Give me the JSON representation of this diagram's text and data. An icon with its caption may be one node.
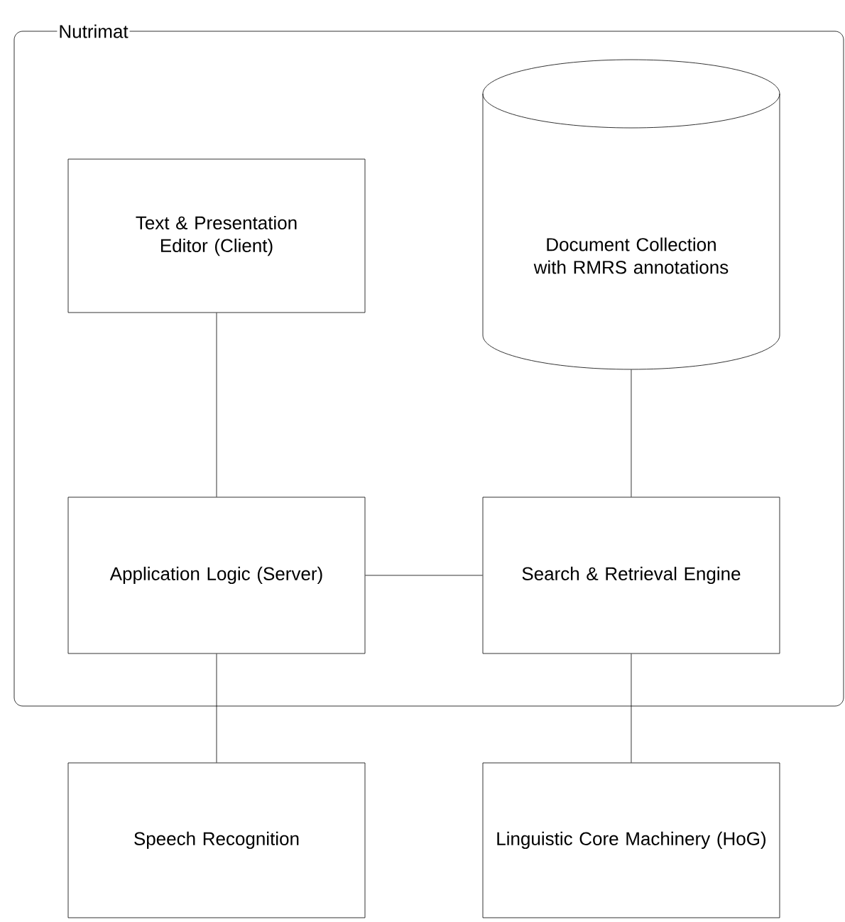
{
  "diagram": {
    "nodes": [
      {
        "text": [
          "Nutrimat"
        ]
      },
      {
        "text": [
          "Text & Presentation Editor (Client)"
        ],
        "in": 0
      },
      {
        "text": [
          "Document Collection with RMRS annotations"
        ],
        "in": 0
      },
      {
        "text": [
          "Application Logic (Server)"
        ],
        "in": 0
      },
      {
        "text": [
          "Search & Retrieval Engine"
        ],
        "in": 0
      },
      {
        "text": [
          "Speech Recognition"
        ]
      },
      {
        "text": [
          "Linguistic Core Machinery (HoG)"
        ]
      }
    ],
    "edges": [
      {
        "from": 1,
        "to": 3,
        "arrow": "none"
      },
      {
        "from": 2,
        "to": 4,
        "arrow": "none"
      },
      {
        "from": 3,
        "to": 4,
        "arrow": "none"
      },
      {
        "from": 3,
        "to": 5,
        "arrow": "none"
      },
      {
        "from": 4,
        "to": 6,
        "arrow": "none"
      }
    ]
  }
}
